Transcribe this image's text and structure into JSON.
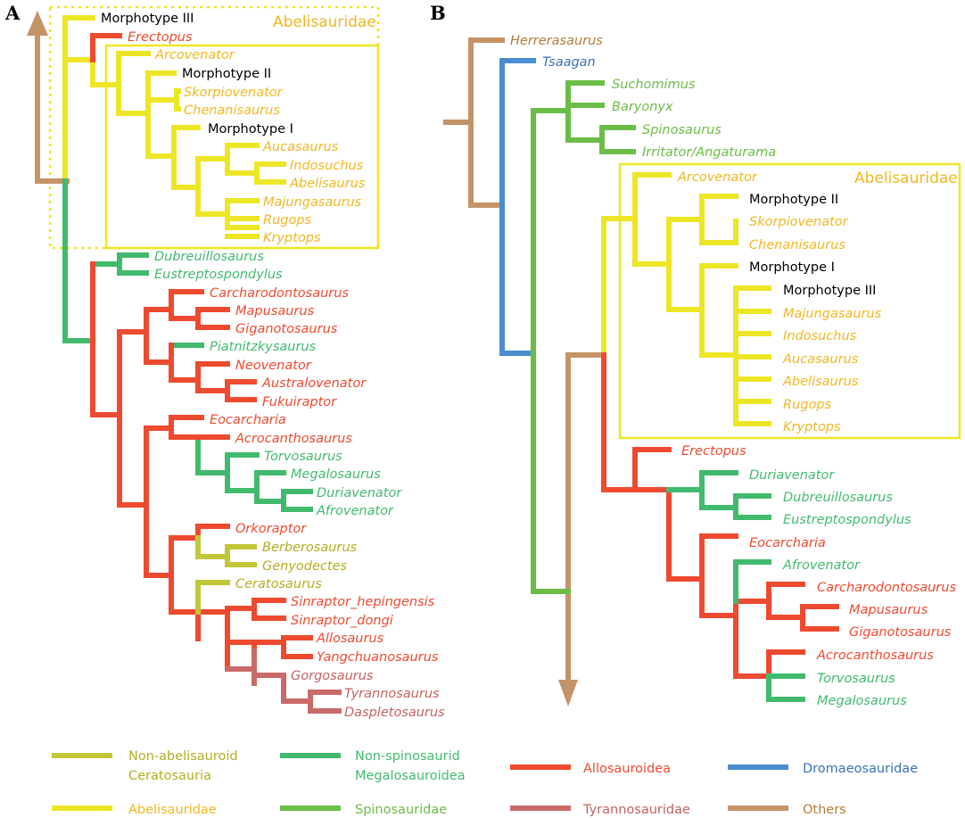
{
  "colors": {
    "ceratosauria": "#c2c73a",
    "abelisauridae": "#ede626",
    "megalosauroidea": "#42ba6e",
    "spinosauridae": "#6bbd47",
    "allosauroidea": "#ee4a30",
    "tyrannosauridae": "#c96a6a",
    "dromaeosauridae": "#4a8dd0",
    "others": "#c59368",
    "label_abel": "#f2b722",
    "label_cera": "#b5ad22",
    "label_dromaeo": "#3a6fb6",
    "label_tyranno": "#c56262",
    "label_others": "#b57c3c",
    "box": "#ede626",
    "morph": "#000000"
  },
  "panels": {
    "a": {
      "letter": "A",
      "box_label": "Abelisauridae"
    },
    "b": {
      "letter": "B",
      "box_label": "Abelisauridae"
    }
  },
  "tree_a": {
    "taxa": [
      {
        "name": "Morphotype III",
        "group": "morph"
      },
      {
        "name": "Erectopus",
        "group": "allosauroidea"
      },
      {
        "name": "Arcovenator",
        "group": "abelisauridae"
      },
      {
        "name": "Morphotype II",
        "group": "morph"
      },
      {
        "name": "Skorpiovenator",
        "group": "abelisauridae"
      },
      {
        "name": "Chenanisaurus",
        "group": "abelisauridae"
      },
      {
        "name": "Morphotype I",
        "group": "morph"
      },
      {
        "name": "Aucasaurus",
        "group": "abelisauridae"
      },
      {
        "name": "Indosuchus",
        "group": "abelisauridae"
      },
      {
        "name": "Abelisaurus",
        "group": "abelisauridae"
      },
      {
        "name": "Majungasaurus",
        "group": "abelisauridae"
      },
      {
        "name": "Rugops",
        "group": "abelisauridae"
      },
      {
        "name": "Kryptops",
        "group": "abelisauridae"
      },
      {
        "name": "Dubreuillosaurus",
        "group": "megalosauroidea"
      },
      {
        "name": "Eustreptospondylus",
        "group": "megalosauroidea"
      },
      {
        "name": "Carcharodontosaurus",
        "group": "allosauroidea"
      },
      {
        "name": "Mapusaurus",
        "group": "allosauroidea"
      },
      {
        "name": "Giganotosaurus",
        "group": "allosauroidea"
      },
      {
        "name": "Piatnitzkysaurus",
        "group": "megalosauroidea"
      },
      {
        "name": "Neovenator",
        "group": "allosauroidea"
      },
      {
        "name": "Australovenator",
        "group": "allosauroidea"
      },
      {
        "name": "Fukuiraptor",
        "group": "allosauroidea"
      },
      {
        "name": "Eocarcharia",
        "group": "allosauroidea"
      },
      {
        "name": "Acrocanthosaurus",
        "group": "allosauroidea"
      },
      {
        "name": "Torvosaurus",
        "group": "megalosauroidea"
      },
      {
        "name": "Megalosaurus",
        "group": "megalosauroidea"
      },
      {
        "name": "Duriavenator",
        "group": "megalosauroidea"
      },
      {
        "name": "Afrovenator",
        "group": "megalosauroidea"
      },
      {
        "name": "Orkoraptor",
        "group": "allosauroidea"
      },
      {
        "name": "Berberosaurus",
        "group": "ceratosauria"
      },
      {
        "name": "Genyodectes",
        "group": "ceratosauria"
      },
      {
        "name": "Ceratosaurus",
        "group": "ceratosauria"
      },
      {
        "name": "Sinraptor_hepingensis",
        "group": "allosauroidea"
      },
      {
        "name": "Sinraptor_dongi",
        "group": "allosauroidea"
      },
      {
        "name": "Allosaurus",
        "group": "allosauroidea"
      },
      {
        "name": "Yangchuanosaurus",
        "group": "allosauroidea"
      },
      {
        "name": "Gorgosaurus",
        "group": "tyrannosauridae"
      },
      {
        "name": "Tyrannosaurus",
        "group": "tyrannosauridae"
      },
      {
        "name": "Daspletosaurus",
        "group": "tyrannosauridae"
      }
    ]
  },
  "tree_b": {
    "taxa": [
      {
        "name": "Herrerasaurus",
        "group": "others"
      },
      {
        "name": "Tsaagan",
        "group": "dromaeosauridae"
      },
      {
        "name": "Suchomimus",
        "group": "spinosauridae"
      },
      {
        "name": "Baryonyx",
        "group": "spinosauridae"
      },
      {
        "name": "Spinosaurus",
        "group": "spinosauridae"
      },
      {
        "name": "Irritator/Angaturama",
        "group": "spinosauridae"
      },
      {
        "name": "Arcovenator",
        "group": "abelisauridae"
      },
      {
        "name": "Morphotype II",
        "group": "morph"
      },
      {
        "name": "Skorpiovenator",
        "group": "abelisauridae"
      },
      {
        "name": "Chenanisaurus",
        "group": "abelisauridae"
      },
      {
        "name": "Morphotype I",
        "group": "morph"
      },
      {
        "name": "Morphotype III",
        "group": "morph"
      },
      {
        "name": "Majungasaurus",
        "group": "abelisauridae"
      },
      {
        "name": "Indosuchus",
        "group": "abelisauridae"
      },
      {
        "name": "Aucasaurus",
        "group": "abelisauridae"
      },
      {
        "name": "Abelisaurus",
        "group": "abelisauridae"
      },
      {
        "name": "Rugops",
        "group": "abelisauridae"
      },
      {
        "name": "Kryptops",
        "group": "abelisauridae"
      },
      {
        "name": "Erectopus",
        "group": "allosauroidea"
      },
      {
        "name": "Duriavenator",
        "group": "megalosauroidea"
      },
      {
        "name": "Dubreuillosaurus",
        "group": "megalosauroidea"
      },
      {
        "name": "Eustreptospondylus",
        "group": "megalosauroidea"
      },
      {
        "name": "Eocarcharia",
        "group": "allosauroidea"
      },
      {
        "name": "Afrovenator",
        "group": "megalosauroidea"
      },
      {
        "name": "Carcharodontosaurus",
        "group": "allosauroidea"
      },
      {
        "name": "Mapusaurus",
        "group": "allosauroidea"
      },
      {
        "name": "Giganotosaurus",
        "group": "allosauroidea"
      },
      {
        "name": "Acrocanthosaurus",
        "group": "allosauroidea"
      },
      {
        "name": "Torvosaurus",
        "group": "megalosauroidea"
      },
      {
        "name": "Megalosaurus",
        "group": "megalosauroidea"
      }
    ]
  },
  "legend": {
    "ceratosauria": {
      "line1": "Non-abelisauroid",
      "line2": "Ceratosauria"
    },
    "megalosauroidea": {
      "line1": "Non-spinosaurid",
      "line2": "Megalosauroidea"
    },
    "allosauroidea": "Allosauroidea",
    "dromaeosauridae": "Dromaeosauridae",
    "abelisauridae": "Abelisauridae",
    "spinosauridae": "Spinosauridae",
    "tyrannosauridae": "Tyrannosauridae",
    "others": "Others"
  }
}
